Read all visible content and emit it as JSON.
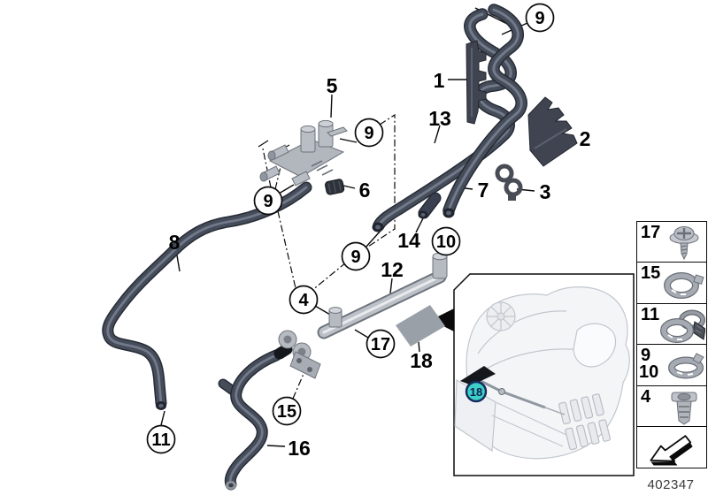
{
  "labels": {
    "l1": "1",
    "l2": "2",
    "l3": "3",
    "l5": "5",
    "l6": "6",
    "l7": "7",
    "l8": "8",
    "l12": "12",
    "l13": "13",
    "l14": "14",
    "l16": "16",
    "l18": "18",
    "b4": "4",
    "b9": "9",
    "b10": "10",
    "b11": "11",
    "b15": "15",
    "b17": "17",
    "b18": "18"
  },
  "sidebar": {
    "items": [
      {
        "number": "17",
        "icon": "screw-rivet-icon"
      },
      {
        "number": "15",
        "icon": "hose-clamp-icon"
      },
      {
        "number": "11",
        "icon": "hose-clamp-pair-icon"
      },
      {
        "number": "9",
        "number2": "10",
        "icon": "hose-clamp-flat-icon"
      },
      {
        "number": "4",
        "icon": "expanding-rivet-icon"
      },
      {
        "number": "",
        "icon": "direction-arrow-icon"
      }
    ]
  },
  "footer": {
    "document_number": "402347"
  },
  "colors": {
    "hose": "#454c5a",
    "hose_outline": "#262b35",
    "hose_sheen": "#7d8595",
    "metal": "#bcc0c7",
    "metal_outline": "#6e737c",
    "bracket_dark": "#3f4450",
    "pad_gray": "#9aa0a8",
    "highlight_teal": "#3ccfc6",
    "teal_ring": "#142a5e",
    "inset_line": "#c2c7ce",
    "callout_line": "#000000"
  }
}
